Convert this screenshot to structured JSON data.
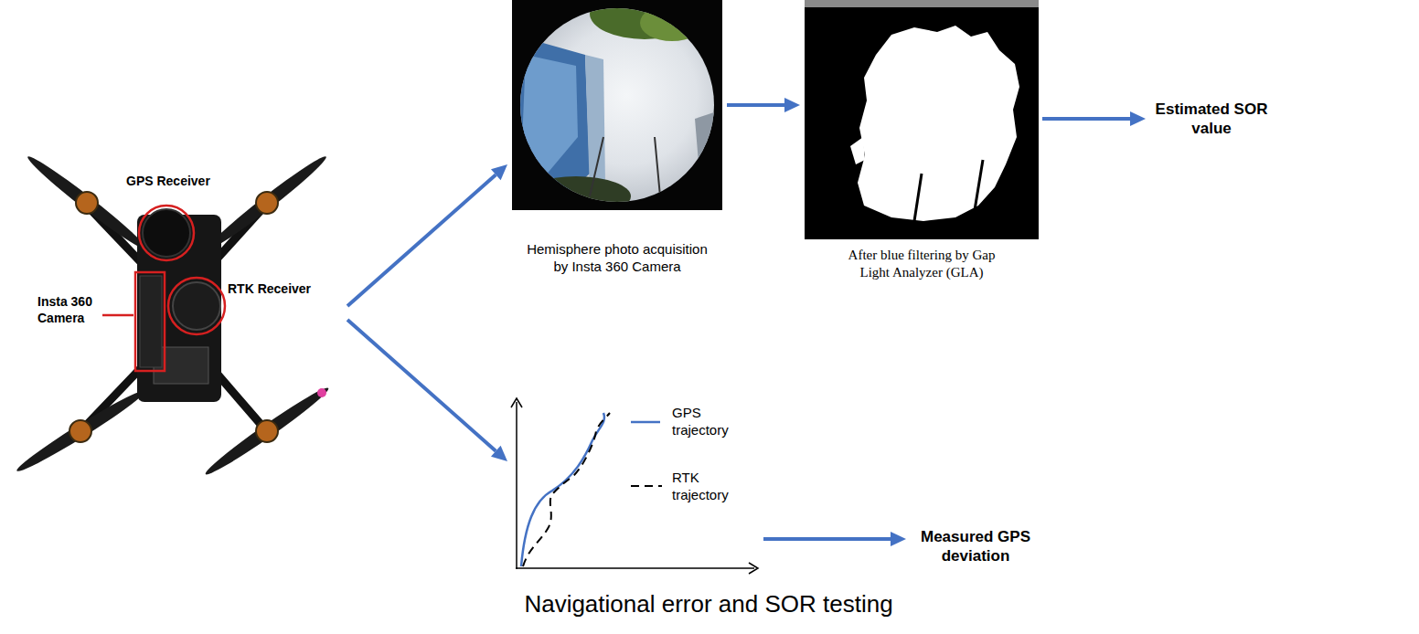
{
  "diagram": {
    "caption": "Navigational error and SOR testing",
    "nodes": [
      {
        "text": [
          "GPS Receiver",
          "Insta 360 Camera",
          "RTK Receiver"
        ]
      },
      {
        "text": [
          "Hemisphere photo acquisition by Insta 360 Camera"
        ]
      },
      {
        "text": [
          "After blue filtering by Gap Light Analyzer (GLA)"
        ]
      },
      {
        "text": [
          "Estimated SOR value"
        ]
      },
      {
        "text": [
          "GPS trajectory",
          "RTK trajectory"
        ]
      },
      {
        "text": [
          "Measured GPS deviation"
        ]
      }
    ],
    "edges": [
      {
        "from": 0,
        "to": 1,
        "arrow": "to"
      },
      {
        "from": 1,
        "to": 2,
        "arrow": "to"
      },
      {
        "from": 2,
        "to": 3,
        "arrow": "to"
      },
      {
        "from": 0,
        "to": 4,
        "arrow": "to"
      },
      {
        "from": 4,
        "to": 5,
        "arrow": "to"
      }
    ]
  }
}
